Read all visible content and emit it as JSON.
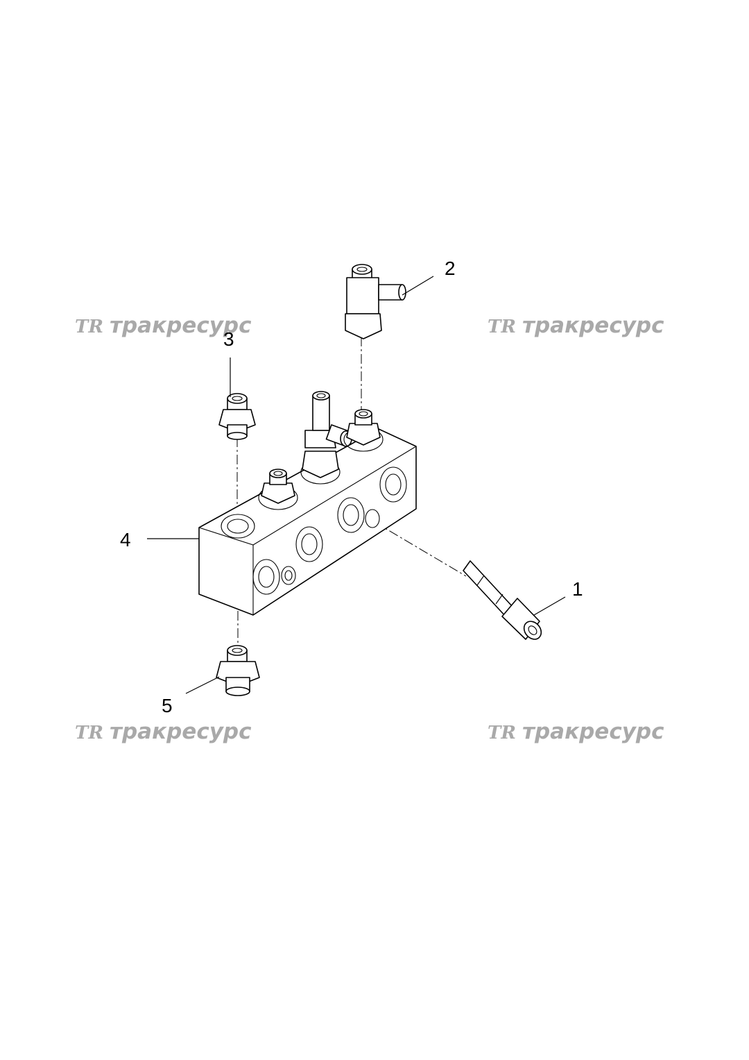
{
  "watermark": {
    "logo": "TR",
    "text": "тракресурс"
  },
  "callouts": [
    "1",
    "2",
    "3",
    "4",
    "5"
  ]
}
